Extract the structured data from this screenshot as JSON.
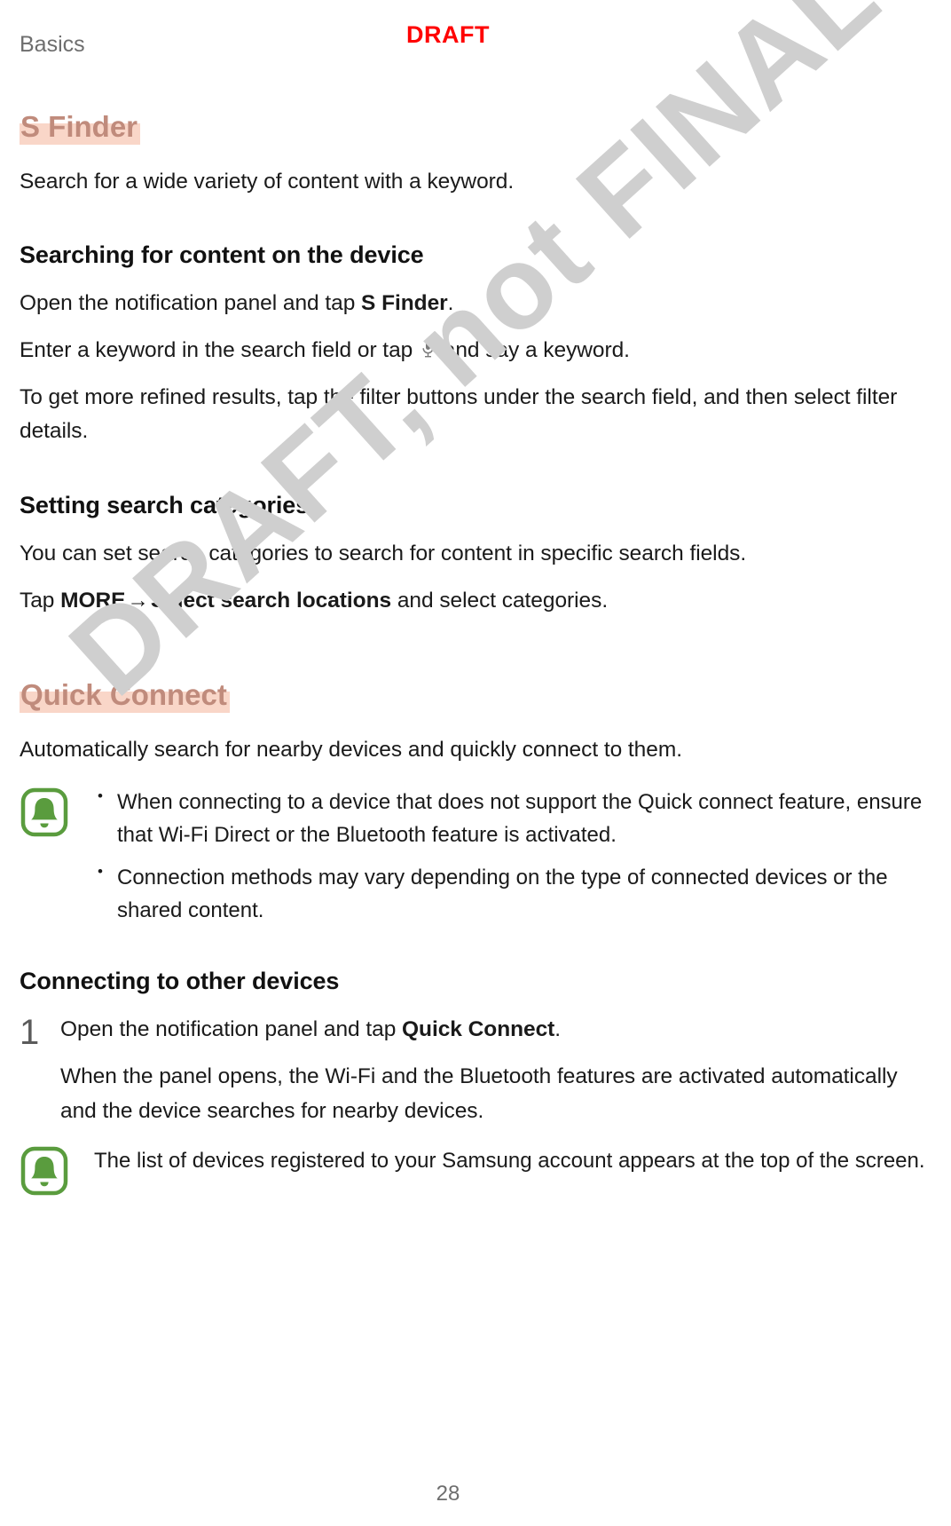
{
  "header": {
    "chapter": "Basics",
    "draft_stamp": "DRAFT"
  },
  "watermark": {
    "text": "DRAFT, not FINAL",
    "color": "#cfcfcf"
  },
  "colors": {
    "heading_accent": "#c08b7c",
    "heading_highlight": "#f9d6c8",
    "draft_red": "#ff0000",
    "note_icon_green": "#5a9c3e",
    "gray_text": "#6e6e6e"
  },
  "sections": {
    "s_finder": {
      "title": "S Finder",
      "intro": "Search for a wide variety of content with a keyword.",
      "sub1": {
        "title": "Searching for content on the device",
        "p1_pre": "Open the notification panel and tap ",
        "p1_bold": "S Finder",
        "p1_post": ".",
        "p2_pre": "Enter a keyword in the search field or tap ",
        "p2_post": " and say a keyword.",
        "p3": "To get more refined results, tap the filter buttons under the search field, and then select filter details."
      },
      "sub2": {
        "title": "Setting search categories",
        "p1": "You can set search categories to search for content in specific search fields.",
        "p2_pre": "Tap ",
        "p2_bold1": "MORE",
        "p2_arrow": "→",
        "p2_bold2": "Select search locations",
        "p2_post": " and select categories."
      }
    },
    "quick_connect": {
      "title": "Quick Connect",
      "intro": "Automatically search for nearby devices and quickly connect to them.",
      "note1": {
        "icon": "notification-bell-icon",
        "bullets": [
          "When connecting to a device that does not support the Quick connect feature, ensure that Wi-Fi Direct or the Bluetooth feature is activated.",
          "Connection methods may vary depending on the type of connected devices or the shared content."
        ]
      },
      "sub1": {
        "title": "Connecting to other devices",
        "step1": {
          "number": "1",
          "line1_pre": "Open the notification panel and tap ",
          "line1_bold": "Quick Connect",
          "line1_post": ".",
          "line2": "When the panel opens, the Wi-Fi and the Bluetooth features are activated automatically and the device searches for nearby devices."
        },
        "note2": {
          "icon": "notification-bell-icon",
          "text": "The list of devices registered to your Samsung account appears at the top of the screen."
        }
      }
    }
  },
  "footer": {
    "page_number": "28"
  }
}
